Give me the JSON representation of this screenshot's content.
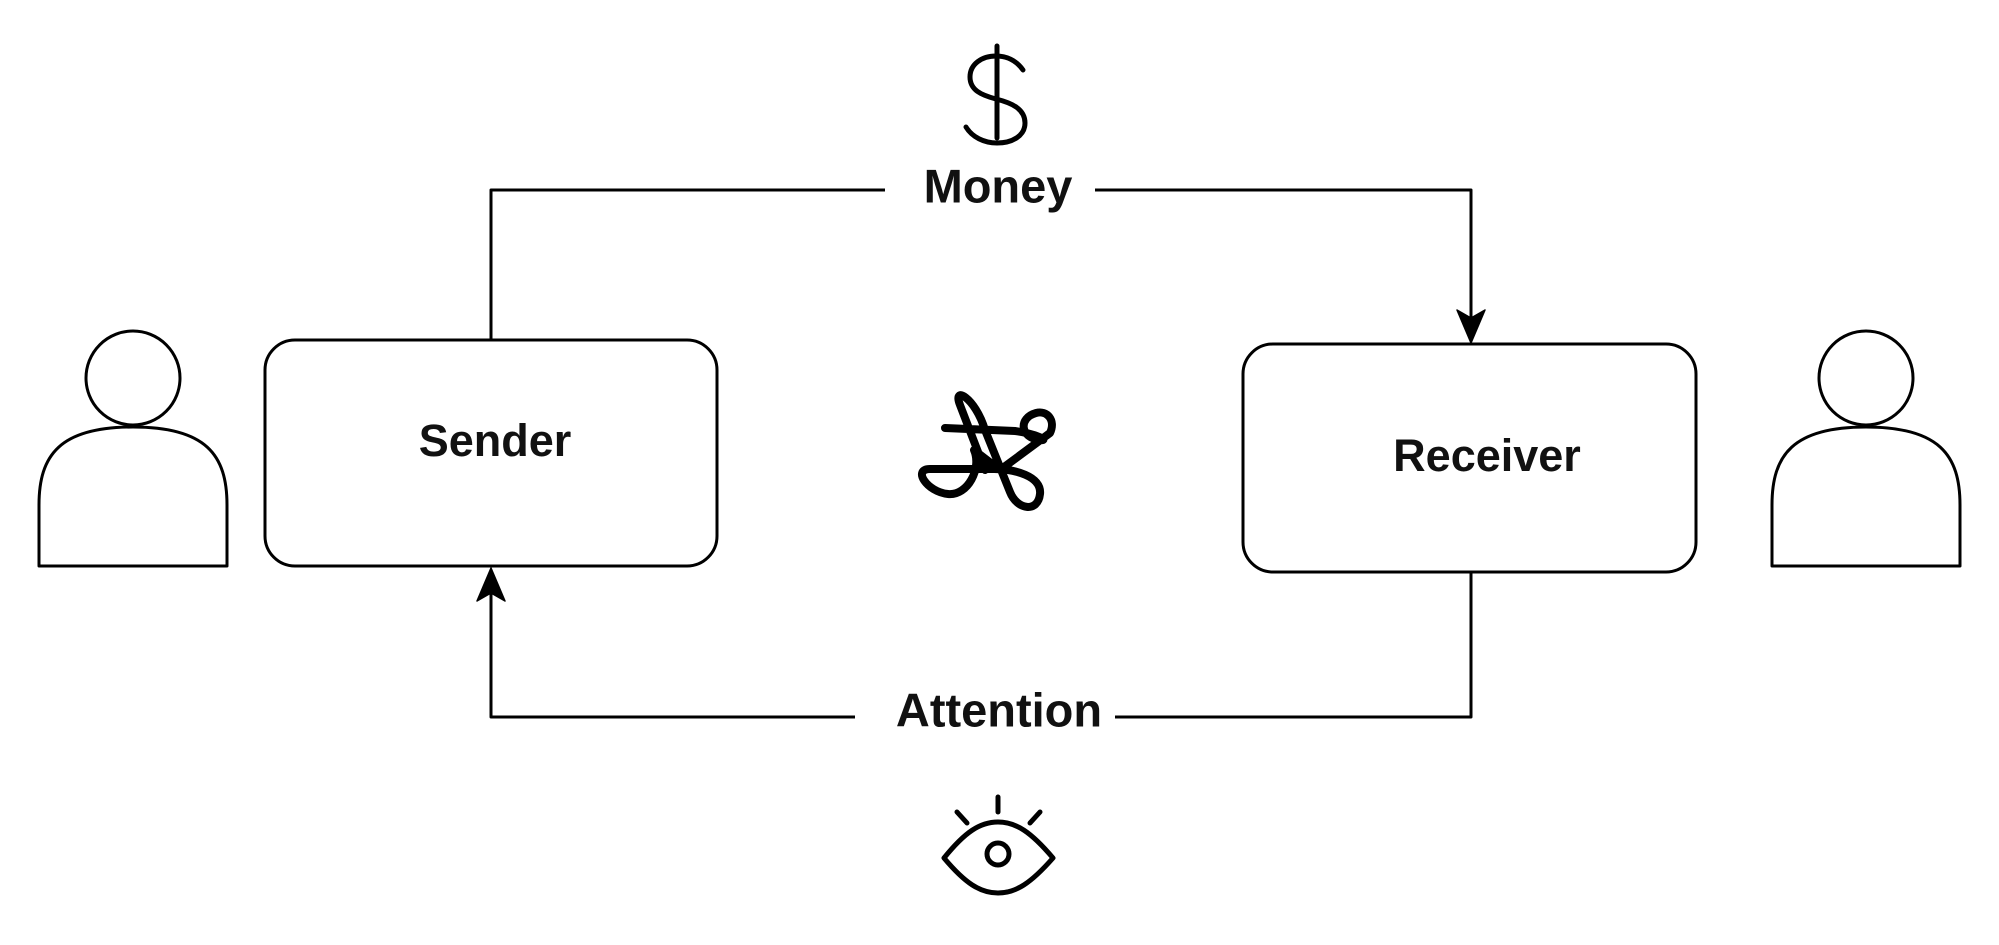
{
  "nodes": {
    "sender": {
      "label": "Sender"
    },
    "receiver": {
      "label": "Receiver"
    }
  },
  "flows": {
    "top": {
      "label": "Money",
      "from": "Sender",
      "to": "Receiver",
      "icon": "dollar-icon"
    },
    "bottom": {
      "label": "Attention",
      "from": "Receiver",
      "to": "Sender",
      "icon": "eye-icon"
    }
  },
  "icons": {
    "left_person": "person-icon",
    "right_person": "person-icon",
    "center": "command-loop-icon"
  },
  "colors": {
    "stroke": "#000000",
    "text": "#111111",
    "background": "#ffffff"
  }
}
